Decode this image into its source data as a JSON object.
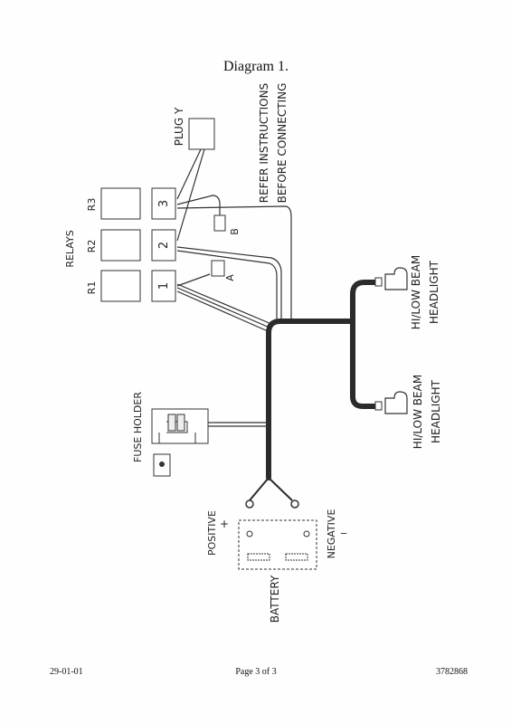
{
  "diagram": {
    "title": "Diagram 1.",
    "plug_label": "PLUG Y",
    "instructions_line1": "REFER INSTRUCTIONS",
    "instructions_line2": "BEFORE CONNECTING",
    "relays_label": "RELAYS",
    "relay_labels": [
      "R1",
      "R2",
      "R3"
    ],
    "relay_numbers": [
      "1",
      "2",
      "3"
    ],
    "connector_a": "A",
    "connector_b": "B",
    "headlight_top_line1": "HI/LOW BEAM",
    "headlight_top_line2": "HEADLIGHT",
    "headlight_bottom_line1": "HI/LOW BEAM",
    "headlight_bottom_line2": "HEADLIGHT",
    "fuse_holder_label": "FUSE HOLDER",
    "positive_label": "POSITIVE",
    "positive_sign": "+",
    "negative_label": "NEGATIVE",
    "negative_sign": "_",
    "battery_label": "BATTERY"
  },
  "footer": {
    "date": "29-01-01",
    "page": "Page 3 of 3",
    "doc_number": "3782868"
  },
  "colors": {
    "wire": "#2b2b2b",
    "line": "#333333",
    "background": "#fefefe"
  }
}
